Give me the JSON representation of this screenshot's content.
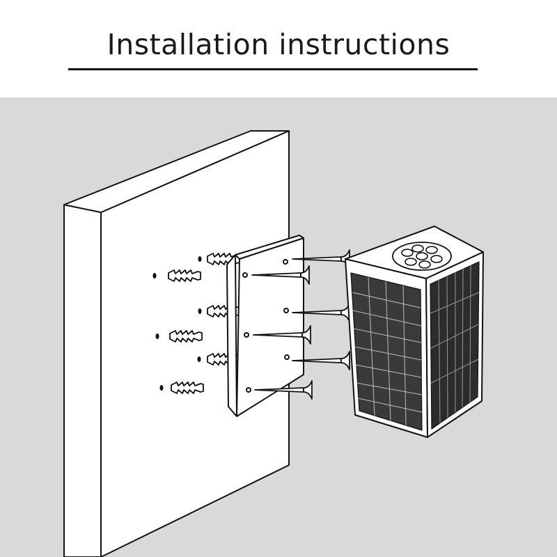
{
  "header": {
    "title": "Installation instructions"
  },
  "colors": {
    "header_background": "#ffffff",
    "panel_background": "#d9d9d9",
    "line": "#111111",
    "solar_panel": "#3a3a3a"
  },
  "illustration": {
    "wall_icon": "wall-icon",
    "bracket_icon": "mounting-bracket-icon",
    "anchor_icon": "wall-anchor-icon",
    "screw_icon": "screw-icon",
    "lamp_icon": "solar-lamp-icon",
    "anchor_count": 6,
    "screw_count": 6
  }
}
